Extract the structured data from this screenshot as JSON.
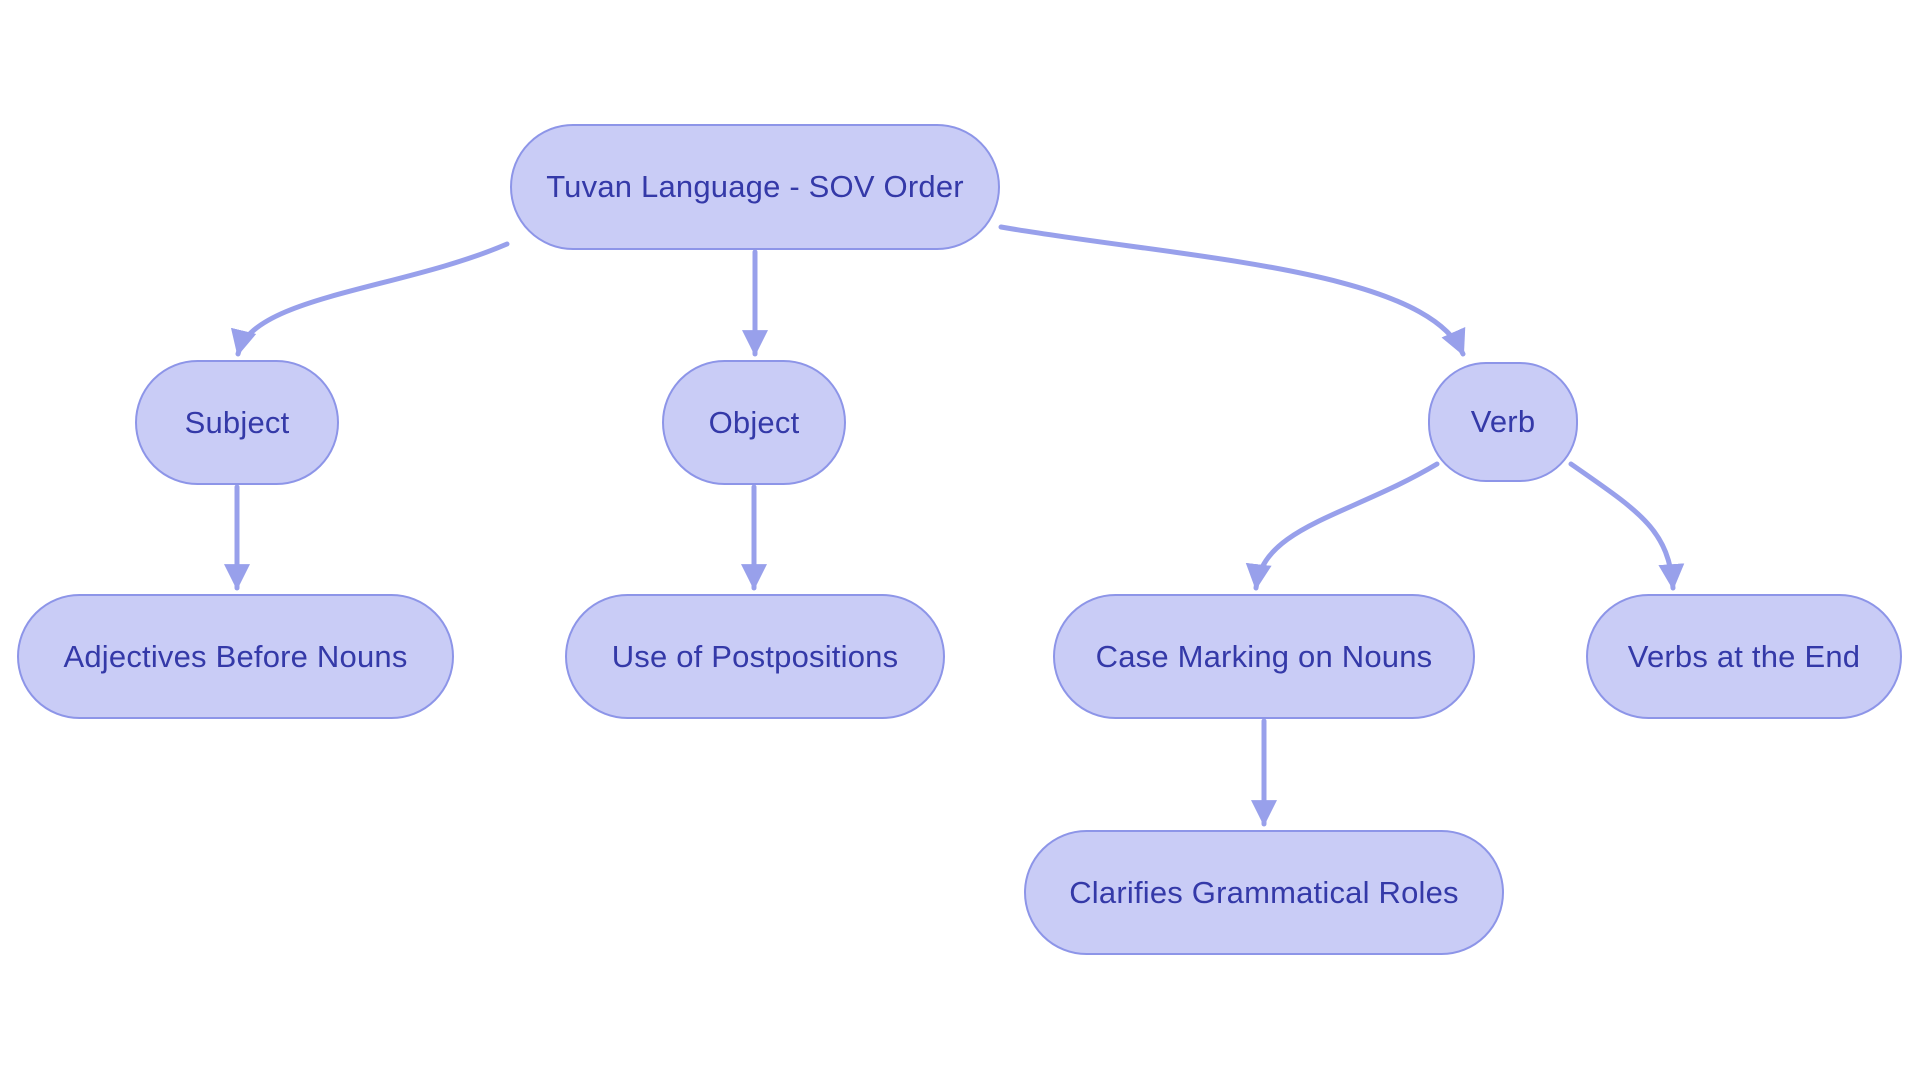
{
  "colors": {
    "node_fill": "#c9ccf6",
    "node_border": "#8d95e8",
    "node_text": "#3439a8",
    "edge": "#98a0eb",
    "background": "#ffffff"
  },
  "nodes": [
    {
      "id": "root",
      "label": "Tuvan Language - SOV Order"
    },
    {
      "id": "subject",
      "label": "Subject"
    },
    {
      "id": "object",
      "label": "Object"
    },
    {
      "id": "verb",
      "label": "Verb"
    },
    {
      "id": "adjectives-before-nouns",
      "label": "Adjectives Before Nouns"
    },
    {
      "id": "use-of-postpositions",
      "label": "Use of Postpositions"
    },
    {
      "id": "case-marking-on-nouns",
      "label": "Case Marking on Nouns"
    },
    {
      "id": "verbs-at-the-end",
      "label": "Verbs at the End"
    },
    {
      "id": "clarifies-grammatical-roles",
      "label": "Clarifies Grammatical Roles"
    }
  ],
  "edges": [
    {
      "from": "root",
      "to": "subject"
    },
    {
      "from": "root",
      "to": "object"
    },
    {
      "from": "root",
      "to": "verb"
    },
    {
      "from": "subject",
      "to": "adjectives-before-nouns"
    },
    {
      "from": "object",
      "to": "use-of-postpositions"
    },
    {
      "from": "verb",
      "to": "case-marking-on-nouns"
    },
    {
      "from": "verb",
      "to": "verbs-at-the-end"
    },
    {
      "from": "case-marking-on-nouns",
      "to": "clarifies-grammatical-roles"
    }
  ]
}
